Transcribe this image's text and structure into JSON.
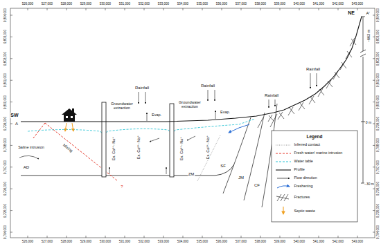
{
  "diagram": {
    "labels": [
      "526,000",
      "527,000",
      "528,000",
      "529,000",
      "530,000",
      "531,000",
      "532,000",
      "533,000",
      "534,000",
      "535,000",
      "536,000",
      "537,000",
      "538,000",
      "539,000",
      "540,000",
      "541,000",
      "542,000",
      "543,000",
      "9,804,000",
      "9,803,000",
      "9,802,000",
      "9,801,000",
      "9,800,000",
      "9,799,000",
      "9,798,000",
      "9,797,000",
      "9,796,000",
      "9,795,000",
      "9,794,000",
      "NE",
      "A'",
      "~663 m",
      "SW",
      "A",
      "Rainfall",
      "Rainfall",
      "Rainfall",
      "Rainfall",
      "Groundwater extraction",
      "Groundwater extraction",
      "Evap.",
      "Evap.",
      "0 m",
      "Saline intrusion",
      "Mixing",
      "Ex. Ca²⁺- Na⁺",
      "Ex. Ca²⁺- Na⁺",
      "Ex. Ca²⁺- Na⁺",
      "Ex. Ca²⁺- Na⁺",
      "AD",
      "?",
      "ZM",
      "SF",
      "JM",
      "CF",
      "−30 m",
      "Legend",
      "9,804,000",
      "9,803,000",
      "9,802,000",
      "9,801,000",
      "9,800,000",
      "9,799,000",
      "9,798,000",
      "9,797,000",
      "9,796,000",
      "9,795,000",
      "9,794,000",
      "526,000",
      "527,000",
      "528,000",
      "529,000",
      "530,000",
      "531,000",
      "532,000",
      "533,000",
      "534,000",
      "535,000",
      "536,000",
      "537,000",
      "538,000",
      "539,000",
      "540,000",
      "541,000",
      "542,000",
      "543,000"
    ],
    "legend": [
      {
        "text": "Inferred contact"
      },
      {
        "text": "Fresh water/ marine intrusion"
      },
      {
        "text": "Water table"
      },
      {
        "text": "Profile"
      },
      {
        "text": "Flow direction"
      },
      {
        "text": "Freshening"
      },
      {
        "text": "Fractures"
      },
      {
        "text": "Septic waste"
      }
    ]
  }
}
